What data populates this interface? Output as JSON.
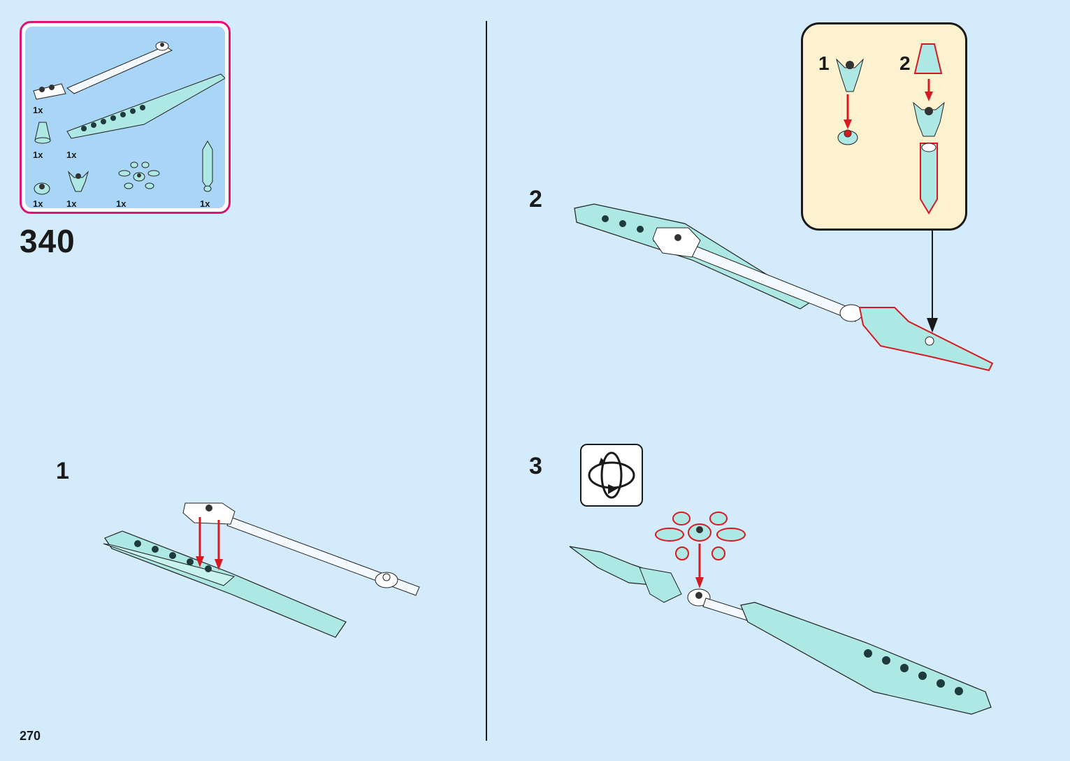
{
  "page": {
    "number": "270",
    "step": "340"
  },
  "parts": [
    {
      "id": "bar-with-plate",
      "qty": "1x"
    },
    {
      "id": "cone",
      "qty": "1x"
    },
    {
      "id": "wedge-plate",
      "qty": "1x"
    },
    {
      "id": "round-plate",
      "qty": "1x"
    },
    {
      "id": "crystal-claw",
      "qty": "1x"
    },
    {
      "id": "crystal-star",
      "qty": "1x"
    },
    {
      "id": "sword-blade",
      "qty": "1x"
    }
  ],
  "substeps": [
    "1",
    "2",
    "3"
  ],
  "callout": {
    "steps": [
      "1",
      "2"
    ]
  },
  "icons": {
    "rotate": "rotate-model-icon"
  },
  "colors": {
    "background": "#d3ebfb",
    "parts_border": "#e0136f",
    "callout_bg": "#fdf2cf",
    "arrow": "#d71920",
    "trans_light_blue": "#aee8e4"
  }
}
